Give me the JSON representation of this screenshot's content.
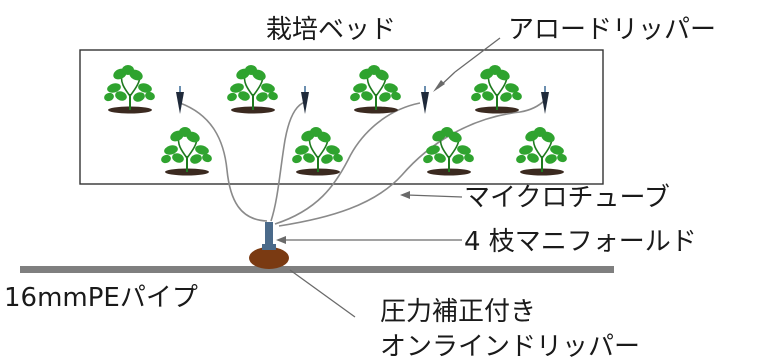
{
  "labels": {
    "bed": "栽培ベッド",
    "arrow_dripper": "アロードリッパー",
    "micro_tube": "マイクロチューブ",
    "manifold": "4 枝マニフォールド",
    "pe_pipe": "16mmPEパイプ",
    "inline_dripper_line1": "圧力補正付き",
    "inline_dripper_line2": "オンラインドリッパー"
  },
  "colors": {
    "leaf": "#2fa32f",
    "leaf_dark": "#1f7a1f",
    "soil": "#3b2a20",
    "dripper_emitter": "#1f2a3a",
    "dripper_stem": "#6b8fb0",
    "tube": "#8a8a8a",
    "pipe": "#7f7f7f",
    "inline_dripper": "#7a3a12",
    "manifold": "#4a6a8a",
    "outline": "#333333"
  },
  "icons": {
    "plant": "strawberry-plant-icon",
    "emitter": "arrow-dripper-icon"
  }
}
